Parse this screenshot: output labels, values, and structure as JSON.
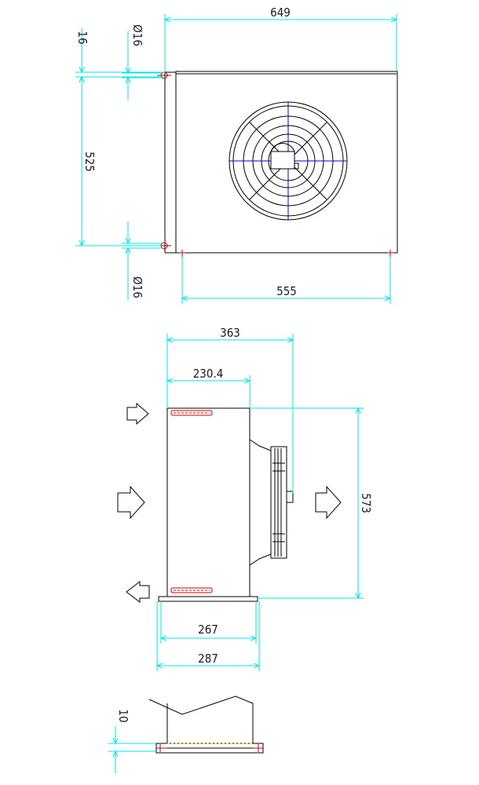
{
  "dimensions": {
    "top_width": "649",
    "top_bolt_offset": "16",
    "top_hole_upper": "Ø16",
    "top_height": "525",
    "top_hole_lower": "Ø16",
    "top_base_width": "555",
    "side_depth": "363",
    "side_body_depth": "230.4",
    "side_height": "573",
    "side_base_inner": "267",
    "side_base_outer": "287",
    "flange_thickness": "10"
  },
  "colors": {
    "dimension": "#00e5ee",
    "outline": "#000000",
    "fastener": "#cc0000",
    "centerline": "#0000cc"
  }
}
